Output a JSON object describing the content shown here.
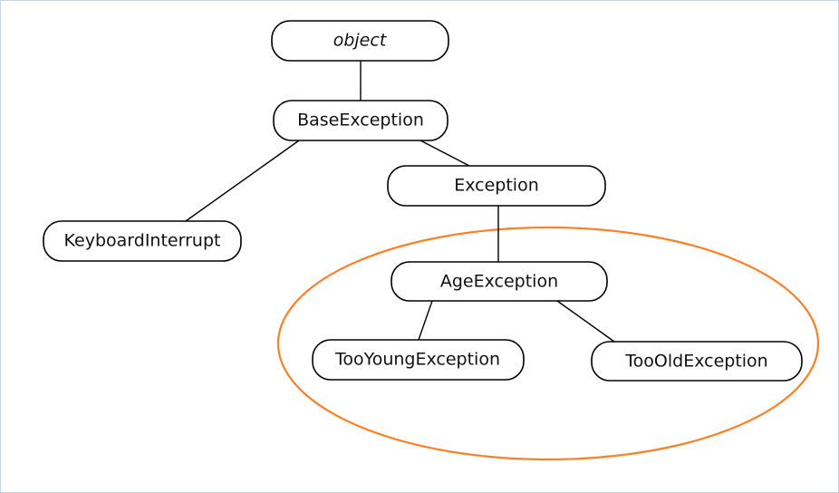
{
  "diagram": {
    "nodes": {
      "object": "object",
      "base_exception": "BaseException",
      "exception": "Exception",
      "keyboard_interrupt": "KeyboardInterrupt",
      "age_exception": "AgeException",
      "too_young_exception": "TooYoungException",
      "too_old_exception": "TooOldException"
    },
    "edges": [
      [
        "object",
        "base_exception"
      ],
      [
        "base_exception",
        "keyboard_interrupt"
      ],
      [
        "base_exception",
        "exception"
      ],
      [
        "exception",
        "age_exception"
      ],
      [
        "age_exception",
        "too_young_exception"
      ],
      [
        "age_exception",
        "too_old_exception"
      ]
    ],
    "highlight_color": "#ff7f27"
  }
}
